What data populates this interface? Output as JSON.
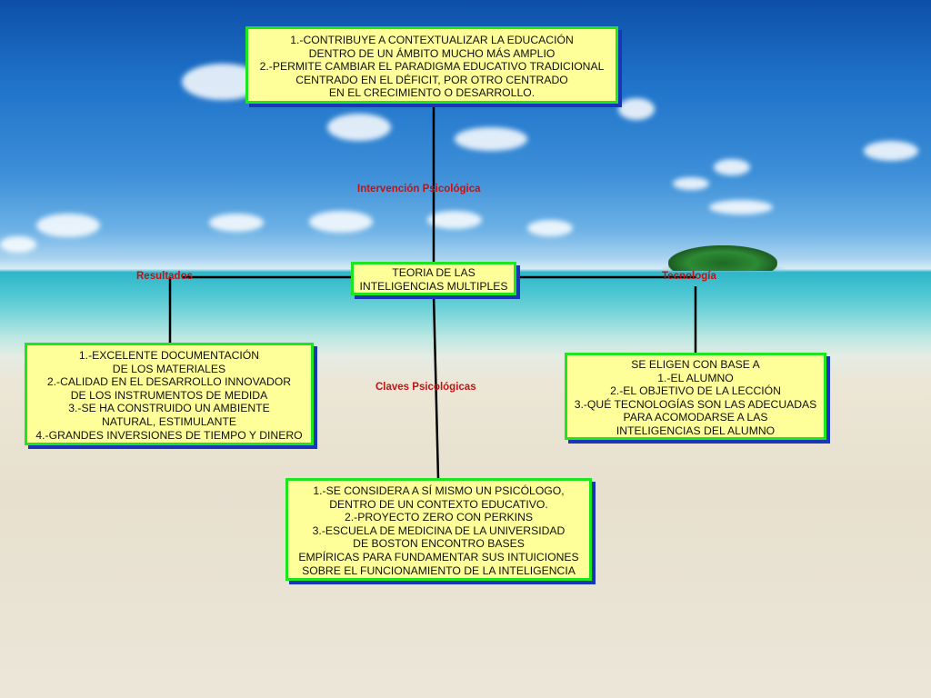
{
  "central": {
    "lines": [
      "TEORIA DE LAS",
      "INTELIGENCIAS MULTIPLES"
    ]
  },
  "top": {
    "link_label": "Intervención Psicológica",
    "lines": [
      "1.-CONTRIBUYE A CONTEXTUALIZAR LA EDUCACIÓN",
      "DENTRO DE UN ÁMBITO MUCHO MÁS AMPLIO",
      "2.-PERMITE CAMBIAR EL PARADIGMA EDUCATIVO TRADICIONAL",
      "CENTRADO EN EL DÉFICIT, POR OTRO CENTRADO",
      "EN EL CRECIMIENTO O DESARROLLO."
    ]
  },
  "left": {
    "link_label": "Resultados",
    "lines": [
      "1.-EXCELENTE DOCUMENTACIÓN",
      "DE LOS MATERIALES",
      "2.-CALIDAD EN EL DESARROLLO INNOVADOR",
      "DE LOS INSTRUMENTOS DE MEDIDA",
      "3.-SE HA CONSTRUIDO UN AMBIENTE",
      "NATURAL, ESTIMULANTE",
      "4.-GRANDES INVERSIONES DE TIEMPO Y DINERO"
    ]
  },
  "right": {
    "link_label": "Tecnología",
    "lines": [
      "SE ELIGEN CON BASE A",
      "1.-EL ALUMNO",
      "2.-EL OBJETIVO DE LA LECCIÓN",
      "3.-QUÉ TECNOLOGÍAS SON LAS ADECUADAS",
      "PARA ACOMODARSE A LAS",
      "INTELIGENCIAS DEL ALUMNO"
    ]
  },
  "bottom": {
    "link_label": "Claves Psicológicas",
    "lines": [
      "1.-SE CONSIDERA A SÍ MISMO UN PSICÓLOGO,",
      "DENTRO DE UN CONTEXTO EDUCATIVO.",
      "2.-PROYECTO ZERO CON PERKINS",
      "3.-ESCUELA DE MEDICINA DE LA UNIVERSIDAD",
      "DE BOSTON ENCONTRO BASES",
      "EMPÍRICAS PARA FUNDAMENTAR SUS INTUICIONES",
      "SOBRE EL FUNCIONAMIENTO DE LA INTELIGENCIA"
    ]
  },
  "colors": {
    "box_fill": "#ffff9a",
    "box_border": "#1ee61e",
    "box_shadow": "#1a35b8",
    "link_label": "#c01414",
    "connector": "#000000"
  }
}
